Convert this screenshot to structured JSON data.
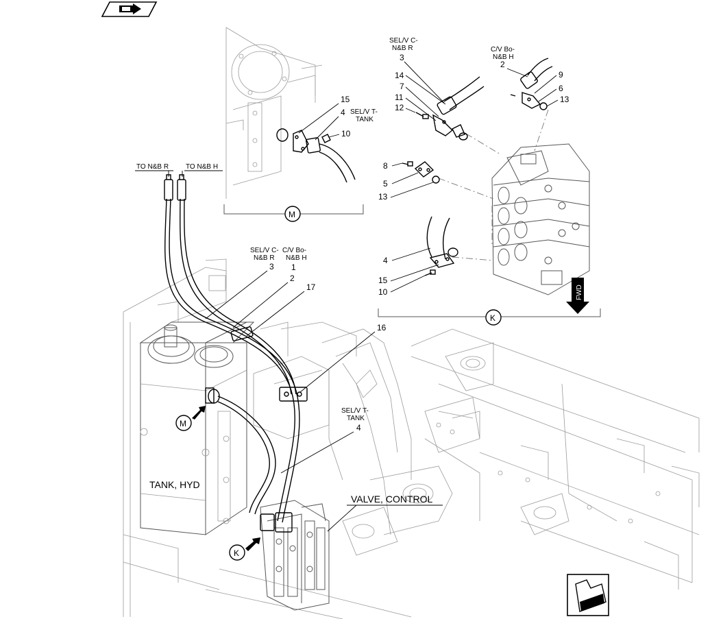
{
  "views": {
    "m": {
      "letter": "M"
    },
    "k": {
      "letter": "K"
    }
  },
  "labels": {
    "to_nb_r": "TO N&B R",
    "to_nb_h": "TO N&B H",
    "tank_hyd": "TANK, HYD",
    "valve_control": "VALVE, CONTROL",
    "fwd": "FWD",
    "selv_c_line1": "SEL/V C-",
    "selv_c_line2": "N&B R",
    "cv_bo_line1": "C/V Bo-",
    "cv_bo_line2": "N&B H",
    "selv_t_line1": "SEL/V T-",
    "selv_t_line2": "TANK"
  },
  "callouts": {
    "main": {
      "n3": "3",
      "n1": "1",
      "n2": "2",
      "n17": "17",
      "n16": "16",
      "n4": "4"
    },
    "view_m": {
      "n15": "15",
      "n4": "4",
      "n10": "10"
    },
    "view_k": {
      "n3": "3",
      "n2": "2",
      "n14": "14",
      "n7": "7",
      "n11": "11",
      "n12": "12",
      "n9": "9",
      "n6": "6",
      "n13a": "13",
      "n8": "8",
      "n5": "5",
      "n13b": "13",
      "n4": "4",
      "n15": "15",
      "n10": "10"
    }
  },
  "icons": {
    "top_nav": "arrow-right-icon",
    "bottom_nav": "arrow-forward-icon"
  }
}
